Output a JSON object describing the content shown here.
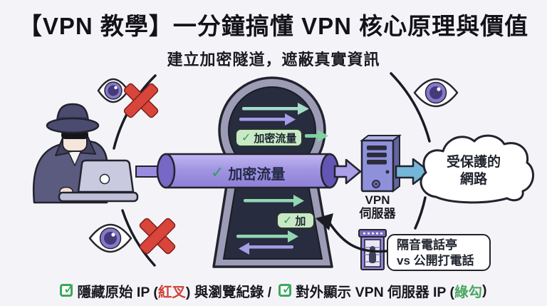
{
  "title": "【VPN 教學】一分鐘搞懂 VPN 核心原理與價值",
  "subtitle": "建立加密隧道，遮蔽真實資訊",
  "tunnel": {
    "inner_badge": {
      "check": "✓",
      "label": "加密流量"
    },
    "tube_badge": {
      "check": "✓",
      "label": "加密流量"
    },
    "bottom_badge": {
      "check": "✓",
      "label": "加"
    }
  },
  "vpn_server": {
    "line1": "VPN",
    "line2": "伺服器"
  },
  "protected_network": {
    "line1": "受保護的",
    "line2": "網路"
  },
  "analogy_note": {
    "line1": "隔音電話亭",
    "line2": "vs 公開打電話"
  },
  "footer": {
    "check_glyph": "✓",
    "item1": {
      "pre": "隱藏原始 IP (",
      "highlight": "紅叉",
      "post": ") 與瀏覽紀錄 /"
    },
    "item2": {
      "pre": "對外顯示 VPN 伺服器 IP (",
      "highlight": "綠勾",
      "post": ")"
    }
  },
  "colors": {
    "background": "#f4f4f8",
    "keyhole_ring": "#9c9cb6",
    "keyhole_dark": "#272c3f",
    "tube_purple": "#9e92e0",
    "red_x": "#d9453a",
    "green_check": "#3aa85c",
    "footer_red": "#cf4034",
    "footer_green": "#49a75f",
    "blue_arrow": "#74b6da"
  }
}
